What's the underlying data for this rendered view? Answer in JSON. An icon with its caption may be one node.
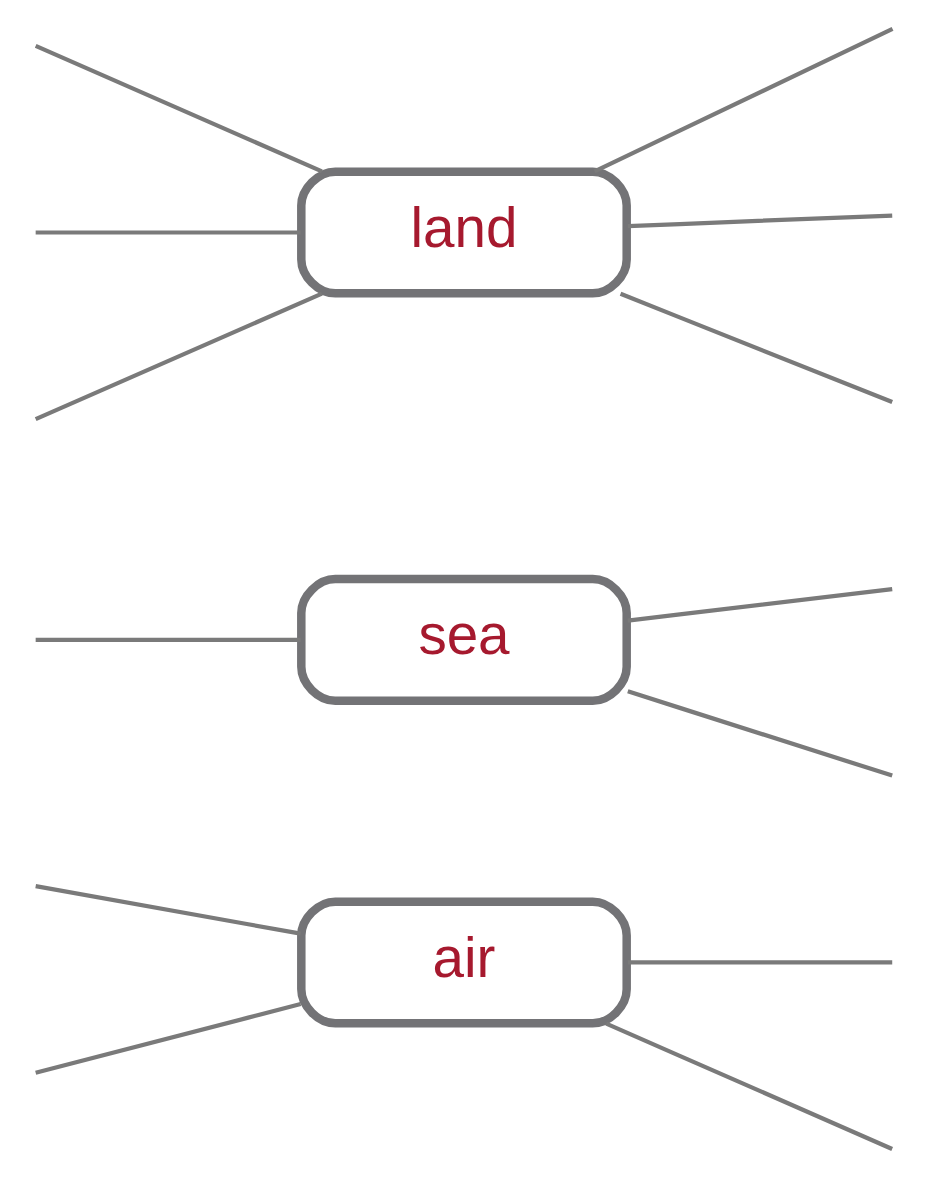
{
  "diagram": {
    "nodes": [
      {
        "text": [
          "land"
        ]
      },
      {
        "text": [
          "sea"
        ]
      },
      {
        "text": [
          "air"
        ]
      }
    ],
    "edges": [
      {
        "from": 0,
        "to": null,
        "arrow": "none"
      },
      {
        "from": 0,
        "to": null,
        "arrow": "none"
      },
      {
        "from": 0,
        "to": null,
        "arrow": "none"
      },
      {
        "from": 0,
        "to": null,
        "arrow": "none"
      },
      {
        "from": 0,
        "to": null,
        "arrow": "none"
      },
      {
        "from": 0,
        "to": null,
        "arrow": "none"
      },
      {
        "from": 1,
        "to": null,
        "arrow": "none"
      },
      {
        "from": 1,
        "to": null,
        "arrow": "none"
      },
      {
        "from": 1,
        "to": null,
        "arrow": "none"
      },
      {
        "from": 2,
        "to": null,
        "arrow": "none"
      },
      {
        "from": 2,
        "to": null,
        "arrow": "none"
      },
      {
        "from": 2,
        "to": null,
        "arrow": "none"
      },
      {
        "from": 2,
        "to": null,
        "arrow": "none"
      }
    ]
  }
}
